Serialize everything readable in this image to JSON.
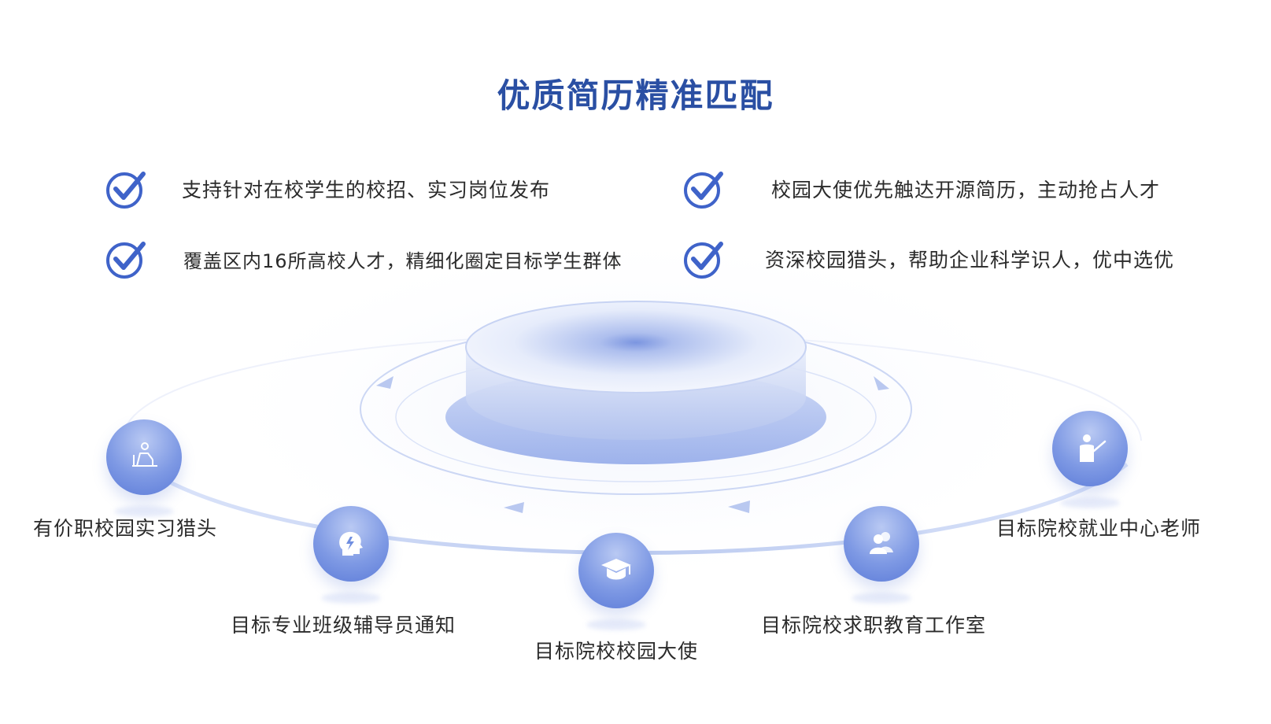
{
  "title": "优质简历精准匹配",
  "features": [
    "支持针对在校学生的校招、实习岗位发布",
    "校园大使优先触达开源简历，主动抢占人才",
    "覆盖区内16所高校人才，精细化圈定目标学生群体",
    "资深校园猎头，帮助企业科学识人，优中选优"
  ],
  "nodes": [
    {
      "label": "有价职校园实习猎头",
      "icon": "desk-worker-icon"
    },
    {
      "label": "目标专业班级辅导员通知",
      "icon": "head-lightbulb-icon"
    },
    {
      "label": "目标院校校园大使",
      "icon": "graduation-cap-icon"
    },
    {
      "label": "目标院校求职教育工作室",
      "icon": "users-icon"
    },
    {
      "label": "目标院校就业中心老师",
      "icon": "teacher-pointer-icon"
    }
  ],
  "colors": {
    "title": "#2a4fa3",
    "check": "#3f63c9",
    "node": "#6f8ee0",
    "arc": "#c5d2f2"
  }
}
